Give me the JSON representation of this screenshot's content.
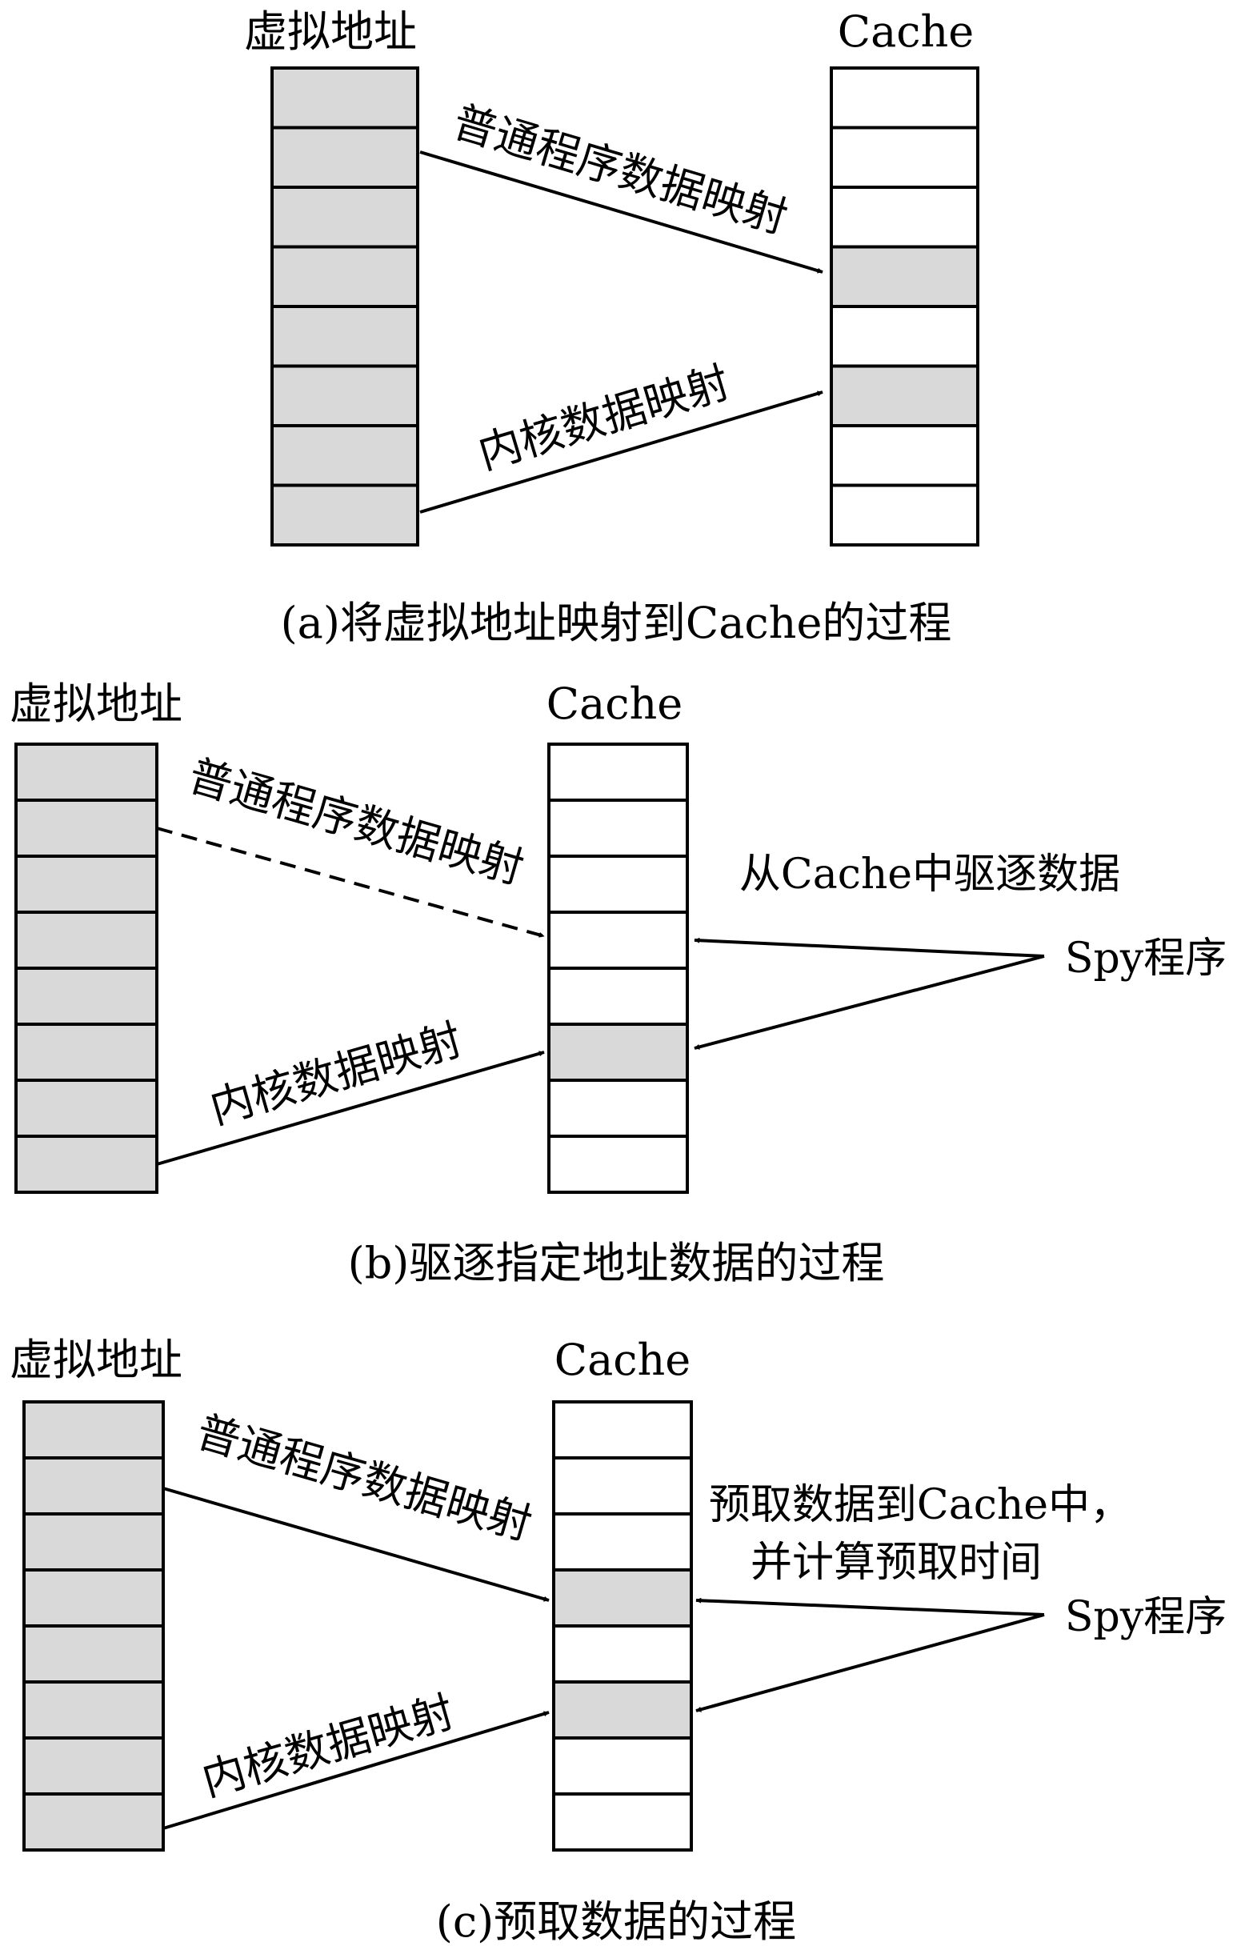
{
  "panels": [
    {
      "id": "a",
      "left_title": "虚拟地址",
      "right_title": "Cache",
      "normal_mapping_label": "普通程序数据映射",
      "kernel_mapping_label": "内核数据映射",
      "caption": "(a)将虚拟地址映射到Cache的过程",
      "normal_line_style": "solid",
      "cache_highlight_rows": [
        3,
        5
      ]
    },
    {
      "id": "b",
      "left_title": "虚拟地址",
      "right_title": "Cache",
      "normal_mapping_label": "普通程序数据映射",
      "kernel_mapping_label": "内核数据映射",
      "note": "从Cache中驱逐数据",
      "spy_label": "Spy程序",
      "caption": "(b)驱逐指定地址数据的过程",
      "normal_line_style": "dashed",
      "cache_highlight_rows": [
        5
      ]
    },
    {
      "id": "c",
      "left_title": "虚拟地址",
      "right_title": "Cache",
      "normal_mapping_label": "普通程序数据映射",
      "kernel_mapping_label": "内核数据映射",
      "note_line1": "预取数据到Cache中，",
      "note_line2": "并计算预取时间",
      "spy_label": "Spy程序",
      "caption": "(c)预取数据的过程",
      "normal_line_style": "solid",
      "cache_highlight_rows": [
        3,
        5
      ]
    }
  ],
  "colors": {
    "memory_fill": "#d9d9d9",
    "cache_fill": "#ffffff",
    "line": "#000000"
  }
}
